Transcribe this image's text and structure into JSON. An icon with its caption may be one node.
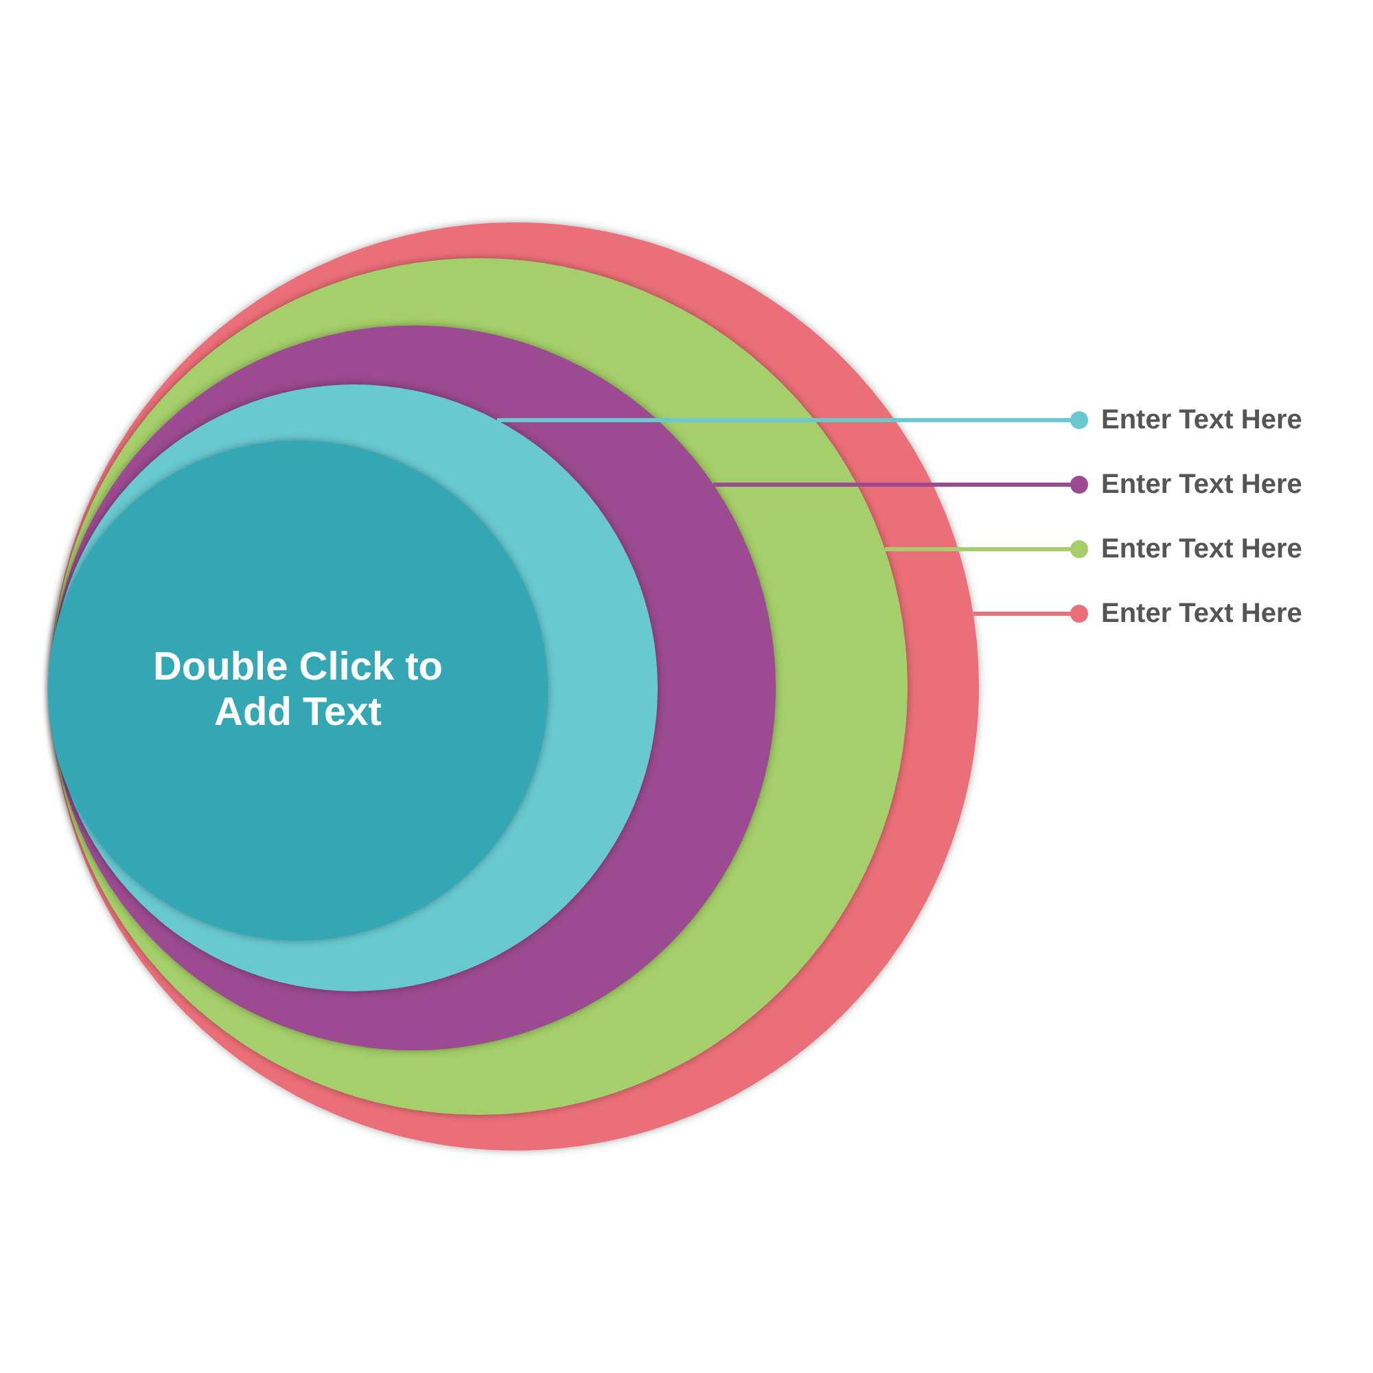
{
  "diagram": {
    "nodes": [
      {
        "text": [],
        "shape": "circle"
      },
      {
        "text": [],
        "shape": "circle",
        "in": 0
      },
      {
        "text": [],
        "shape": "circle",
        "in": 1
      },
      {
        "text": [],
        "shape": "circle",
        "in": 2
      },
      {
        "text": [
          "Double Click to Add Text"
        ],
        "in": 3
      },
      {
        "text": [
          "Enter Text Here"
        ]
      },
      {
        "text": [
          "Enter Text Here"
        ]
      },
      {
        "text": [
          "Enter Text Here"
        ]
      },
      {
        "text": [
          "Enter Text Here"
        ]
      }
    ],
    "edges": [
      {
        "from": 3,
        "to": 5,
        "arrow": "other",
        "color": "#68c9d0"
      },
      {
        "from": 2,
        "to": 6,
        "arrow": "other",
        "color": "#9c4a91"
      },
      {
        "from": 1,
        "to": 7,
        "arrow": "other",
        "color": "#a5cf6a"
      },
      {
        "from": 0,
        "to": 8,
        "arrow": "other",
        "color": "#eb6f78"
      }
    ]
  }
}
